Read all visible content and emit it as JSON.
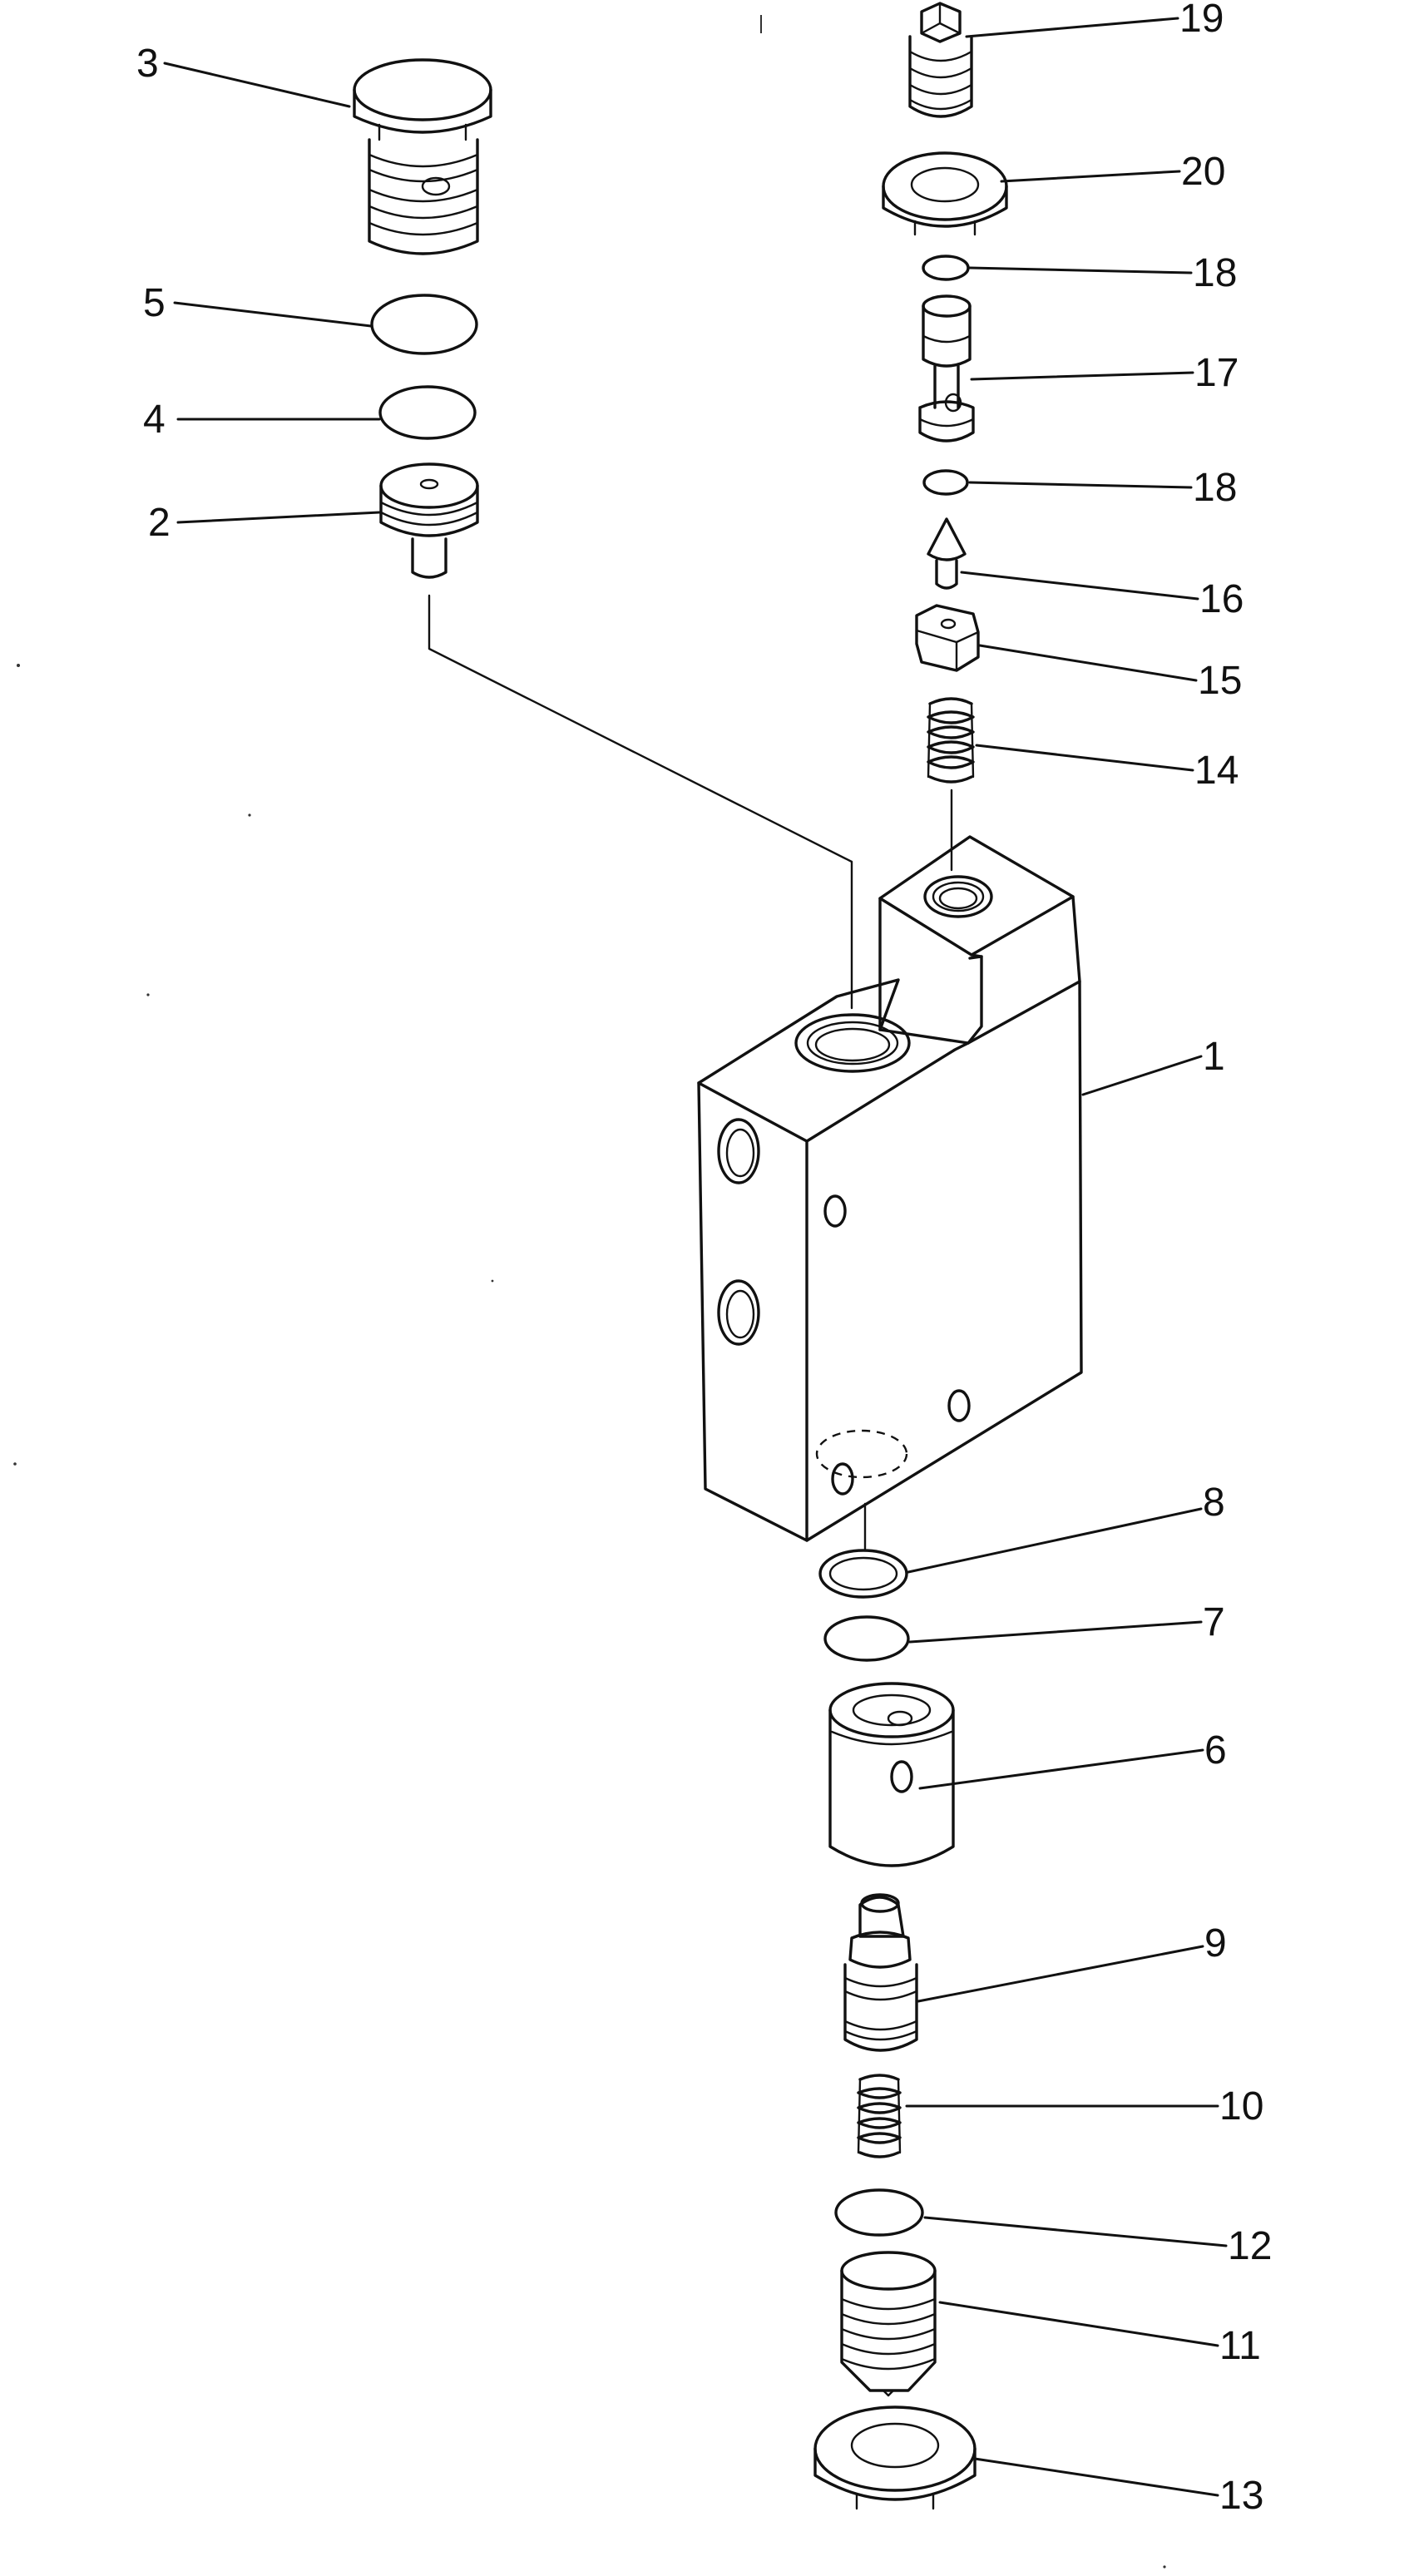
{
  "callouts": [
    {
      "id": "1",
      "label": "1"
    },
    {
      "id": "2",
      "label": "2"
    },
    {
      "id": "3",
      "label": "3"
    },
    {
      "id": "4",
      "label": "4"
    },
    {
      "id": "5",
      "label": "5"
    },
    {
      "id": "6",
      "label": "6"
    },
    {
      "id": "7",
      "label": "7"
    },
    {
      "id": "8",
      "label": "8"
    },
    {
      "id": "9",
      "label": "9"
    },
    {
      "id": "10",
      "label": "10"
    },
    {
      "id": "11",
      "label": "11"
    },
    {
      "id": "12",
      "label": "12"
    },
    {
      "id": "13",
      "label": "13"
    },
    {
      "id": "14",
      "label": "14"
    },
    {
      "id": "15",
      "label": "15"
    },
    {
      "id": "16",
      "label": "16"
    },
    {
      "id": "17",
      "label": "17"
    },
    {
      "id": "18a",
      "label": "18"
    },
    {
      "id": "18b",
      "label": "18"
    },
    {
      "id": "19",
      "label": "19"
    },
    {
      "id": "20",
      "label": "20"
    }
  ]
}
